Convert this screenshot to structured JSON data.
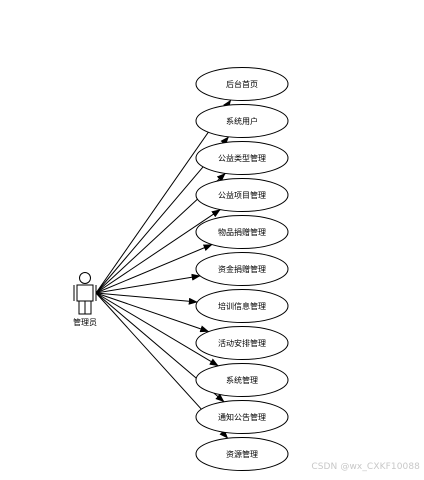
{
  "actor": {
    "label": "管理员"
  },
  "use_cases": [
    {
      "label": "后台首页"
    },
    {
      "label": "系统用户"
    },
    {
      "label": "公益类型管理"
    },
    {
      "label": "公益项目管理"
    },
    {
      "label": "物品捐赠管理"
    },
    {
      "label": "资金捐赠管理"
    },
    {
      "label": "培训信息管理"
    },
    {
      "label": "活动安排管理"
    },
    {
      "label": "系统管理"
    },
    {
      "label": "通知公告管理"
    },
    {
      "label": "资源管理"
    }
  ],
  "watermark": "CSDN @wx_CXKF10088",
  "colors": {
    "stroke": "#000000",
    "fill": "#ffffff",
    "watermark": "#c8c8c8"
  }
}
